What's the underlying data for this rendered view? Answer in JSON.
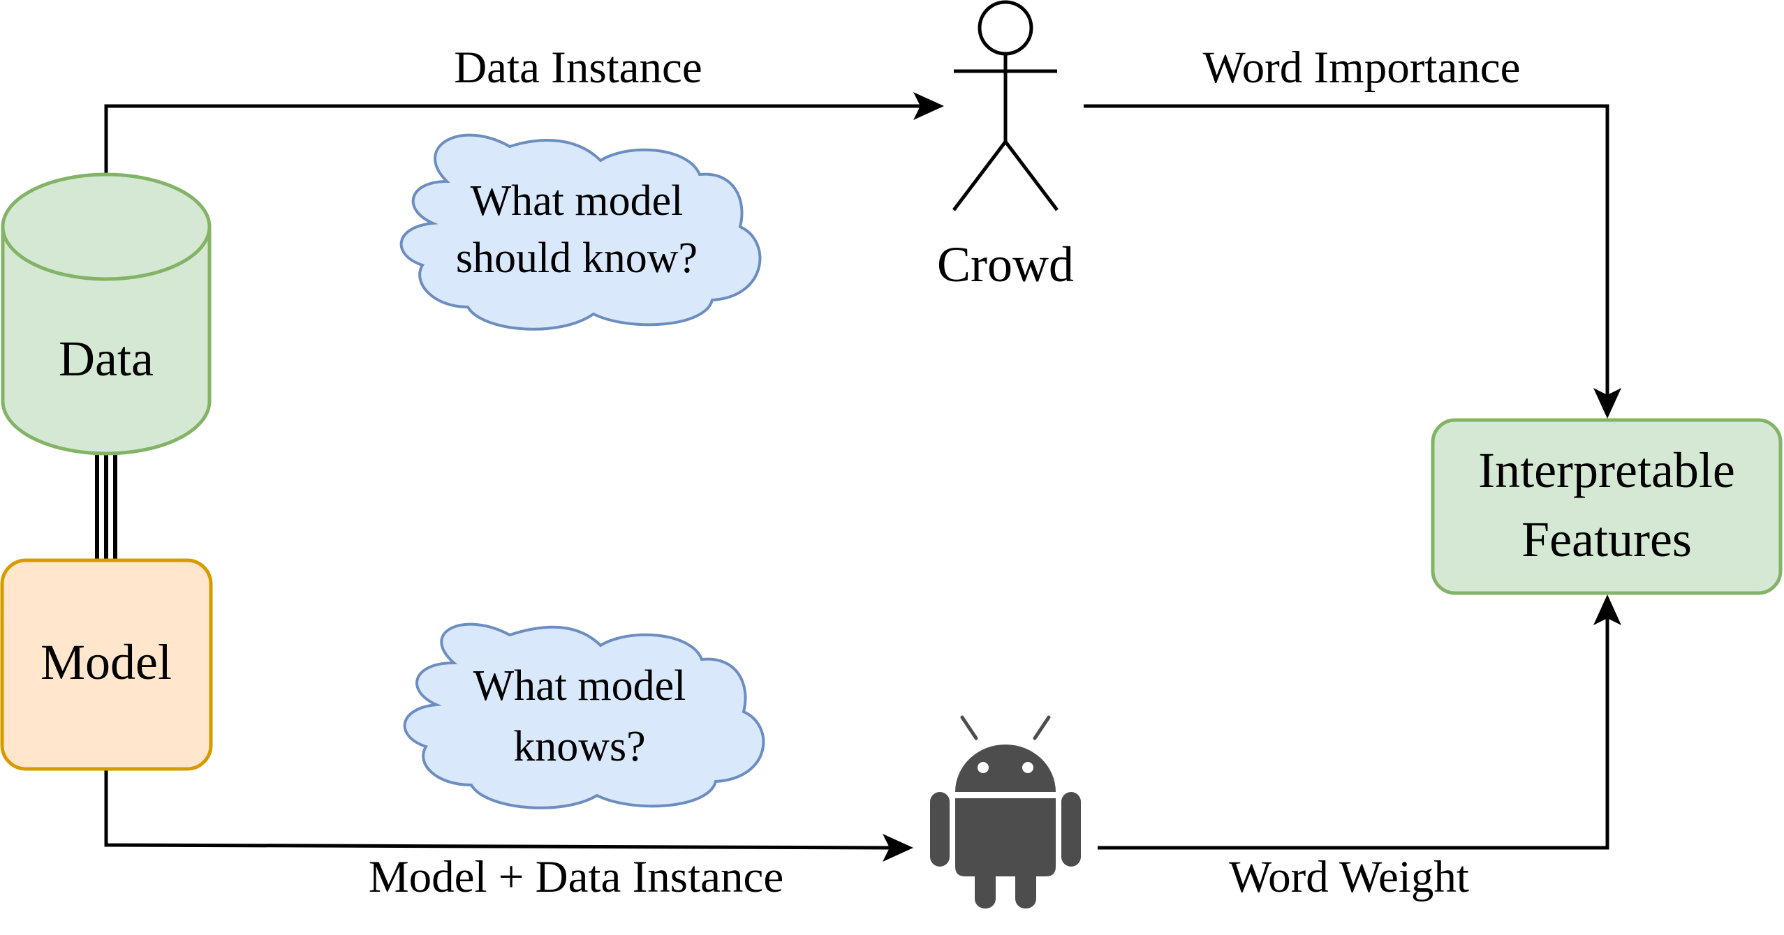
{
  "nodes": {
    "data": {
      "label": "Data",
      "fill": "#d5e8d4",
      "stroke": "#82b366"
    },
    "model": {
      "label": "Model",
      "fill": "#ffe6cc",
      "stroke": "#d79b00"
    },
    "crowd": {
      "label": "Crowd",
      "icon": "stick-figure-icon"
    },
    "robot": {
      "icon": "android-robot-icon",
      "color": "#4d4d4d"
    },
    "features": {
      "label_line1": "Interpretable",
      "label_line2": "Features",
      "fill": "#d5e8d4",
      "stroke": "#82b366"
    }
  },
  "clouds": {
    "top": {
      "line1": "What model",
      "line2": "should know?",
      "fill": "#dae8fc",
      "stroke": "#6c8ebf"
    },
    "bottom": {
      "line1": "What model",
      "line2": "knows?",
      "fill": "#dae8fc",
      "stroke": "#6c8ebf"
    }
  },
  "edges": {
    "data_to_crowd": "Data Instance",
    "crowd_to_features": "Word Importance",
    "model_to_robot": "Model + Data Instance",
    "robot_to_features": "Word Weight"
  }
}
